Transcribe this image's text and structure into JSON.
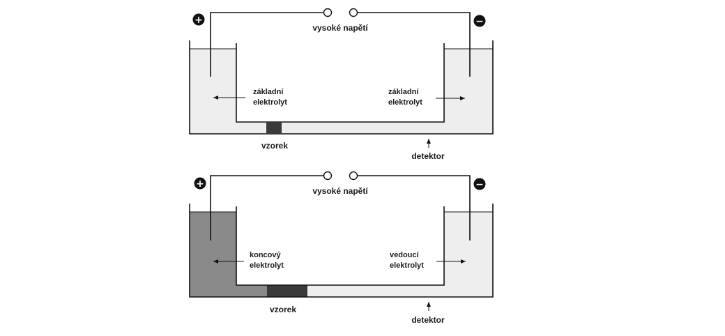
{
  "colors": {
    "line": "#111111",
    "light_fill": "#eeeeee",
    "terminating_fill": "#8a8a8a",
    "sample_fill": "#3a3a3a",
    "sign_fill": "#111111"
  },
  "top_diagram": {
    "voltage_label": "vysoké napětí",
    "anode_sign": "+",
    "cathode_sign": "−",
    "left_electrolyte": [
      "základní",
      "elektrolyt"
    ],
    "right_electrolyte": [
      "základní",
      "elektrolyt"
    ],
    "sample_label": "vzorek",
    "detector_label": "detektor"
  },
  "bottom_diagram": {
    "voltage_label": "vysoké napětí",
    "anode_sign": "+",
    "cathode_sign": "−",
    "left_electrolyte": [
      "koncový",
      "elektrolyt"
    ],
    "right_electrolyte": [
      "vedoucí",
      "elektrolyt"
    ],
    "sample_label": "vzorek",
    "detector_label": "detektor"
  }
}
